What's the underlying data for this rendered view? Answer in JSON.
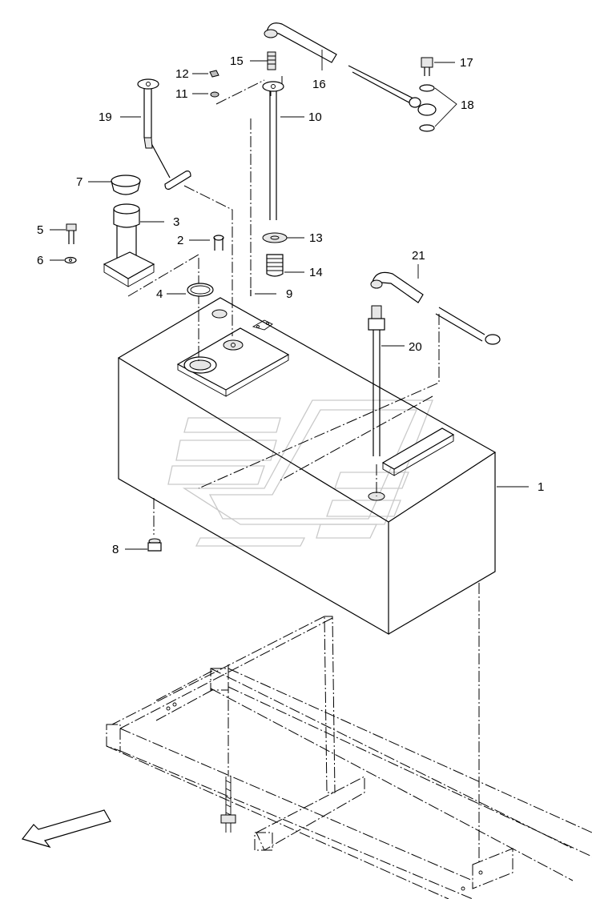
{
  "diagram": {
    "type": "exploded-parts-view",
    "part_labels": [
      {
        "id": "p1",
        "text": "1"
      },
      {
        "id": "p2",
        "text": "2"
      },
      {
        "id": "p3",
        "text": "3"
      },
      {
        "id": "p4",
        "text": "4"
      },
      {
        "id": "p5",
        "text": "5"
      },
      {
        "id": "p6",
        "text": "6"
      },
      {
        "id": "p7",
        "text": "7"
      },
      {
        "id": "p8",
        "text": "8"
      },
      {
        "id": "p9",
        "text": "9"
      },
      {
        "id": "p10",
        "text": "10"
      },
      {
        "id": "p11",
        "text": "11"
      },
      {
        "id": "p12",
        "text": "12"
      },
      {
        "id": "p13",
        "text": "13"
      },
      {
        "id": "p14",
        "text": "14"
      },
      {
        "id": "p15",
        "text": "15"
      },
      {
        "id": "p16",
        "text": "16"
      },
      {
        "id": "p17",
        "text": "17"
      },
      {
        "id": "p18",
        "text": "18"
      },
      {
        "id": "p19",
        "text": "19"
      },
      {
        "id": "p20",
        "text": "20"
      },
      {
        "id": "p21",
        "text": "21"
      }
    ]
  }
}
